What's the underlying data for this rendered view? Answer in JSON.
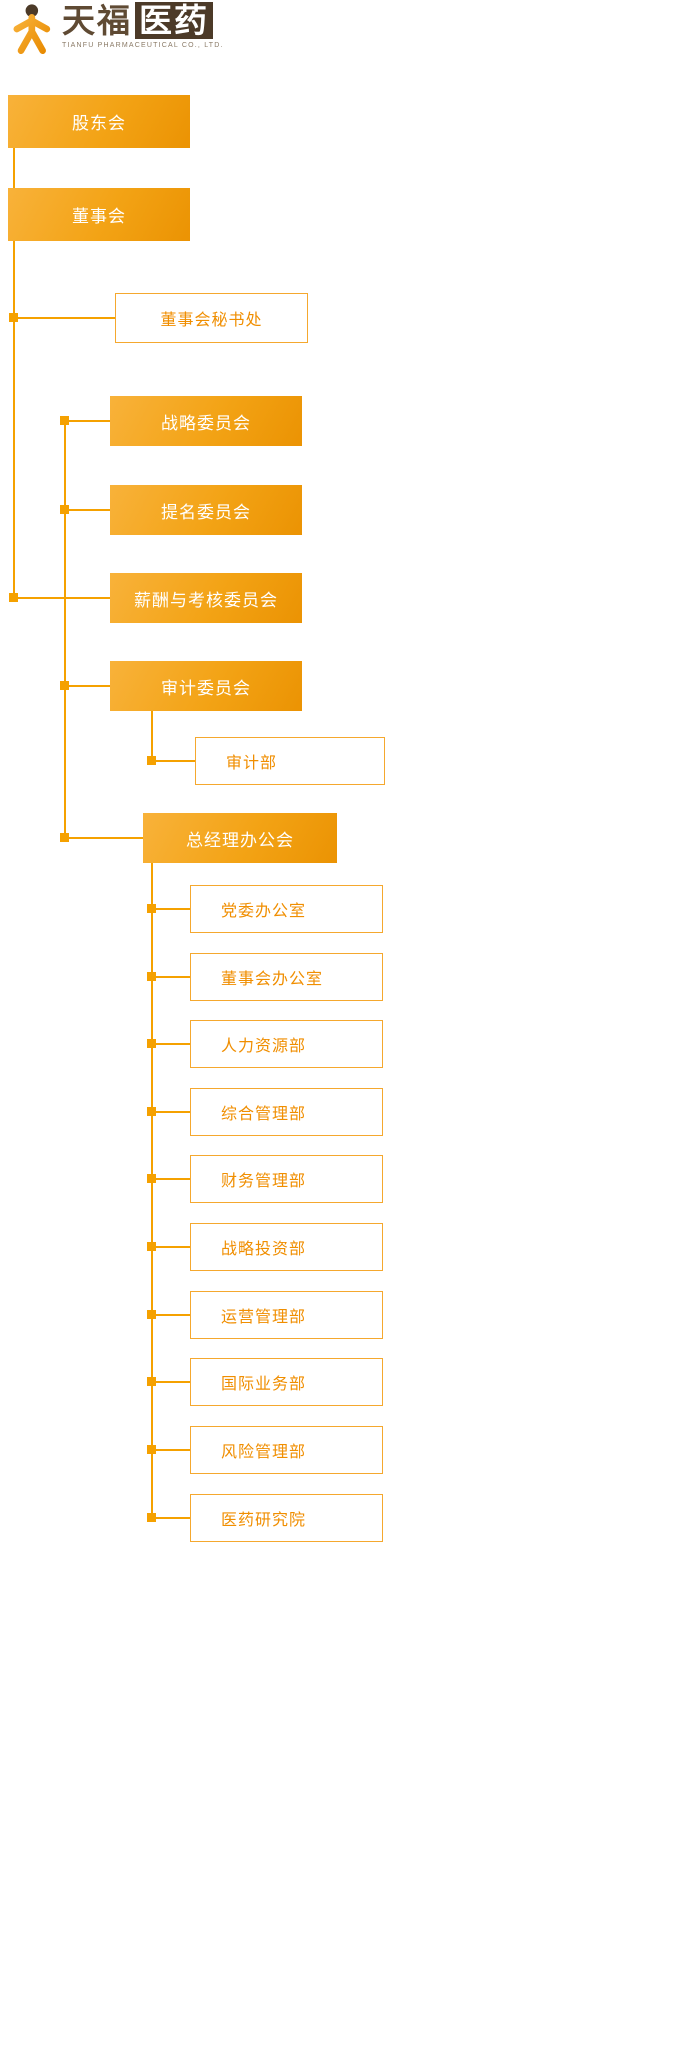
{
  "colors": {
    "accent": "#f5a100",
    "box_gradient_start": "#f8b23a",
    "box_gradient_end": "#eb9303",
    "outline_border": "#f5a82e",
    "outline_text": "#f08e00",
    "logo_dark": "#4c3a28"
  },
  "logo": {
    "name_part1": "天福",
    "name_part2": "医药",
    "subtitle": "TIANFU PHARMACEUTICAL CO., LTD."
  },
  "org_chart": {
    "shareholders_meeting": "股东会",
    "board_of_directors": "董事会",
    "board_secretariat": "董事会秘书处",
    "committees": [
      "战略委员会",
      "提名委员会",
      "薪酬与考核委员会",
      "审计委员会"
    ],
    "audit_department": "审计部",
    "general_manager_office": "总经理办公会",
    "departments": [
      "党委办公室",
      "董事会办公室",
      "人力资源部",
      "综合管理部",
      "财务管理部",
      "战略投资部",
      "运营管理部",
      "国际业务部",
      "风险管理部",
      "医药研究院"
    ]
  }
}
